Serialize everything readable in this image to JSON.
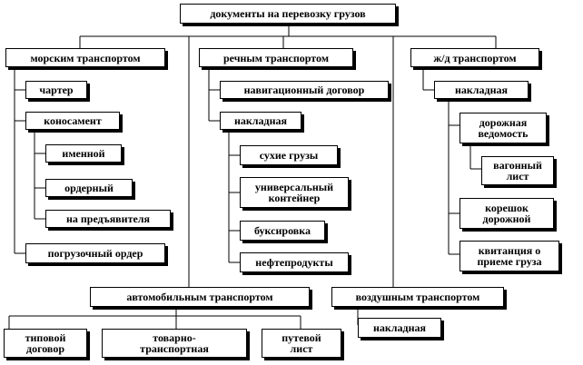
{
  "root": "документы на перевозку грузов",
  "sea": {
    "title": "морским транспортом",
    "charter": "чартер",
    "bill_of_lading": "коносамент",
    "named": "именной",
    "order": "ордерный",
    "bearer": "на предъявителя",
    "loading_order": "погрузочный ордер"
  },
  "river": {
    "title": "речным транспортом",
    "nav_contract": "навигационный договор",
    "waybill": "накладная",
    "dry_cargo": "сухие грузы",
    "universal_container": "универсальный\nконтейнер",
    "towing": "буксировка",
    "oil_products": "нефтепродукты"
  },
  "rail": {
    "title": "ж/д транспортом",
    "waybill": "накладная",
    "road_sheet": "дорожная\nведомость",
    "wagon_sheet": "вагонный\nлист",
    "road_stub": "корешок\nдорожной",
    "receipt": "квитанция о\nприеме груза"
  },
  "road": {
    "title": "автомобильным транспортом",
    "standard_contract": "типовой\nдоговор",
    "consignment_note": "товарно-\nтранспортная",
    "trip_sheet": "путевой\nлист"
  },
  "air": {
    "title": "воздушным транспортом",
    "waybill": "накладная"
  }
}
